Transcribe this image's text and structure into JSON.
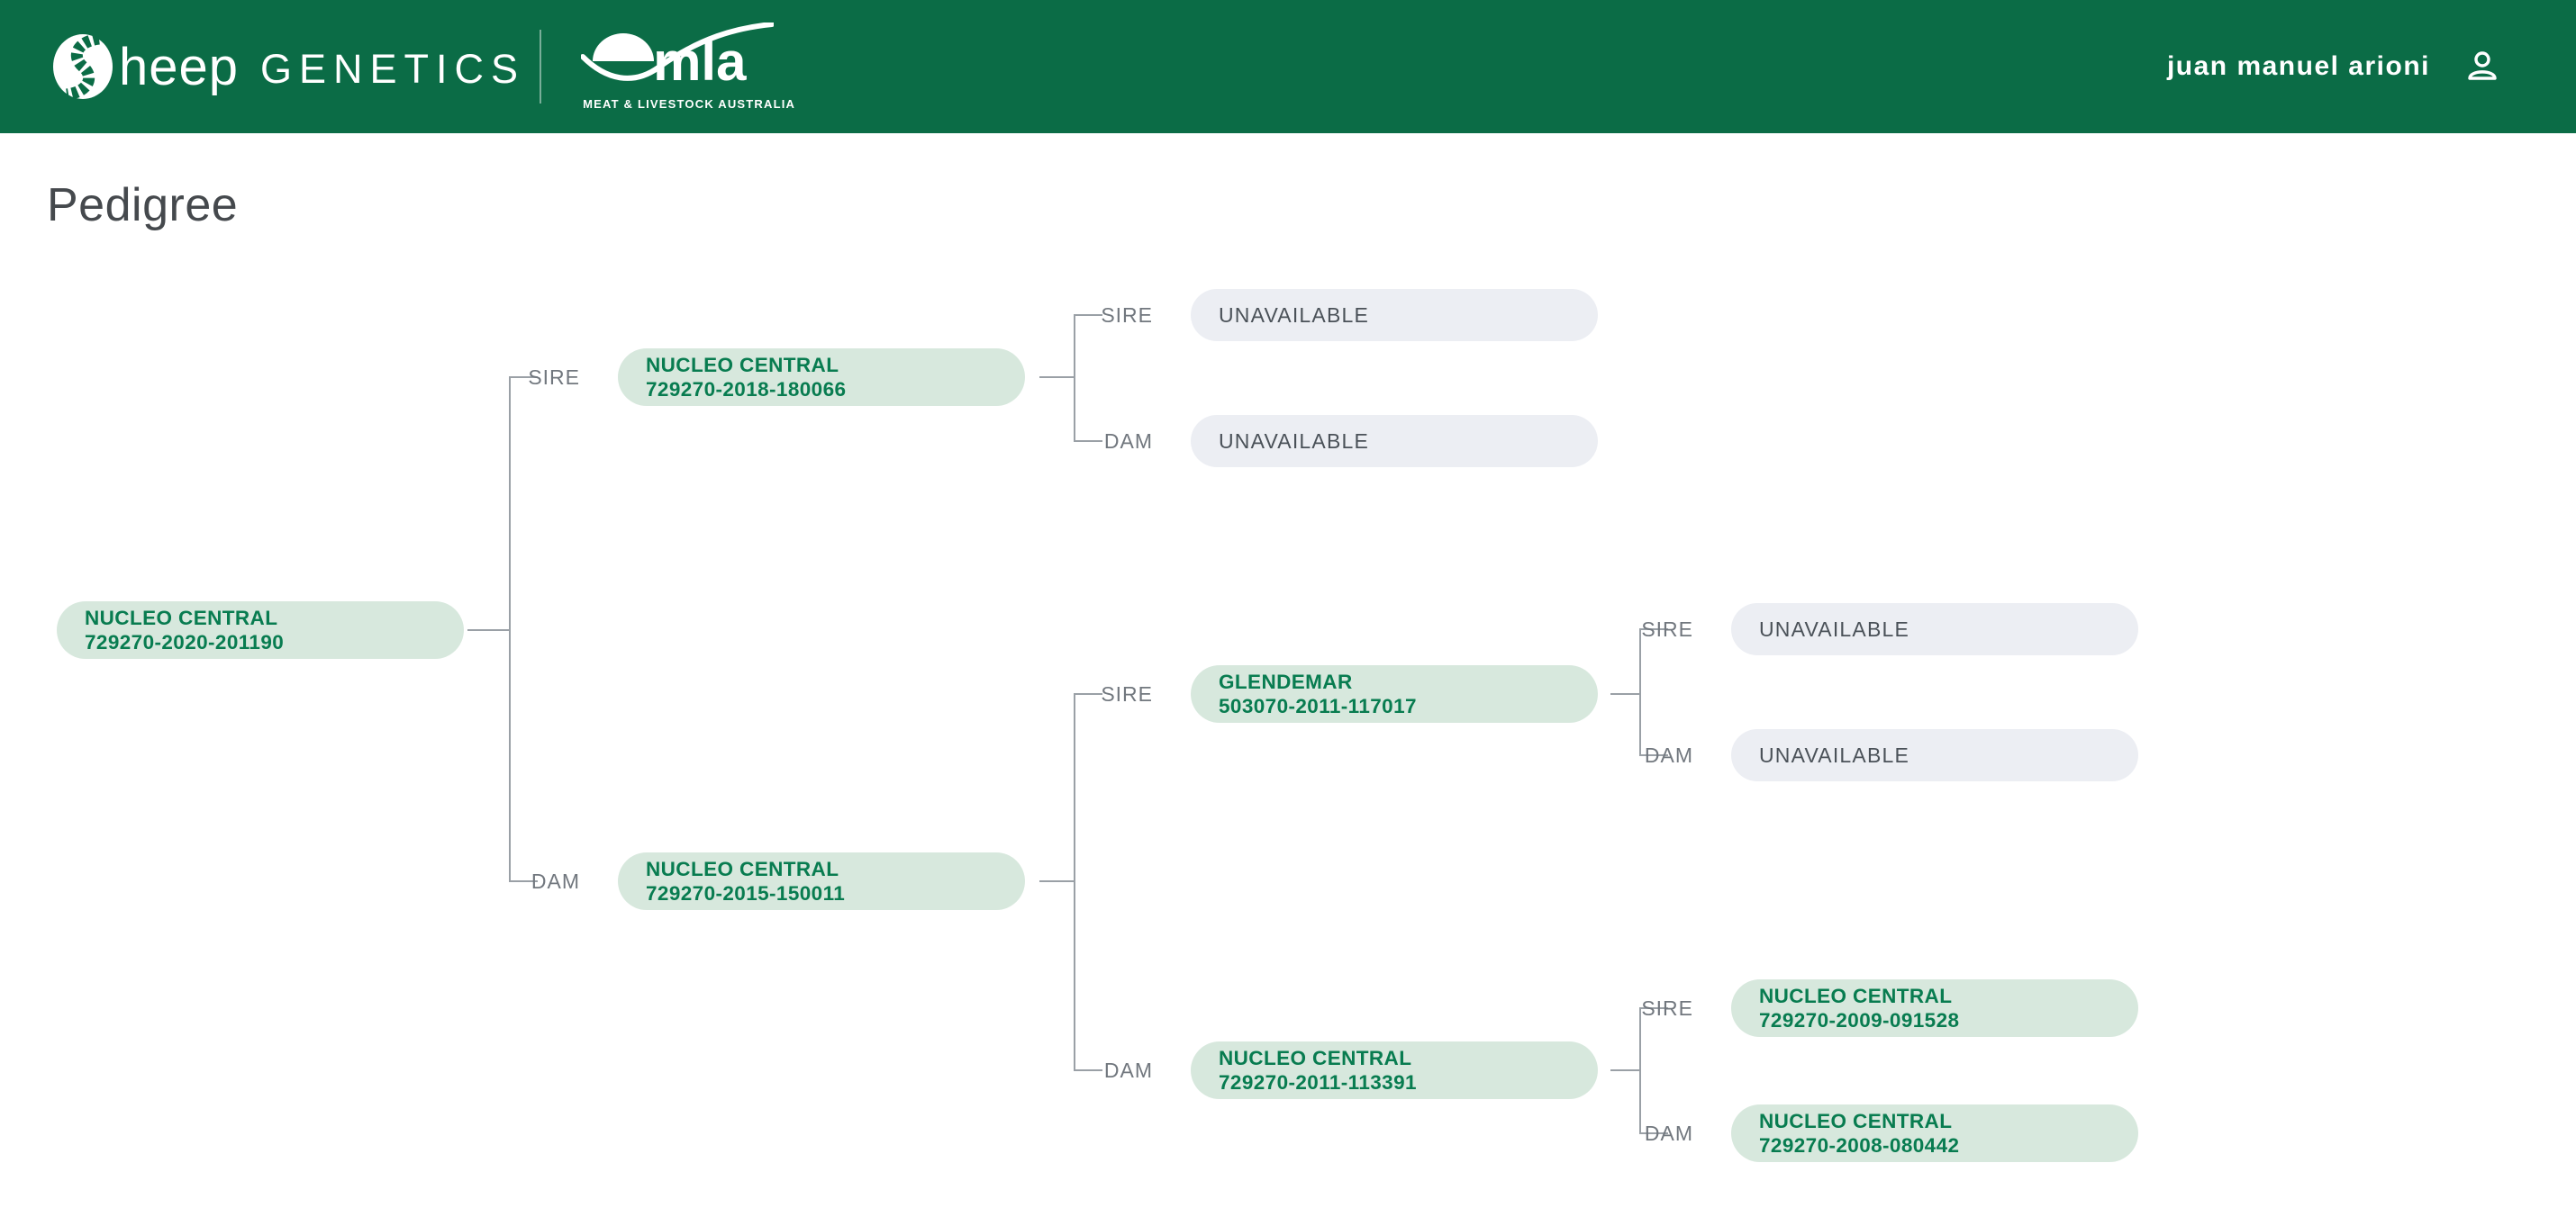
{
  "header": {
    "brand": {
      "word_start": "heep",
      "word_end": "GENETICS"
    },
    "mla": {
      "acronym": "mla",
      "tagline": "MEAT & LIVESTOCK AUSTRALIA"
    },
    "user_name": "juan manuel arioni"
  },
  "page": {
    "title": "Pedigree"
  },
  "labels": {
    "sire": "SIRE",
    "dam": "DAM"
  },
  "colors": {
    "header_bg": "#0B6C46",
    "node_green_bg": "#D7E8DD",
    "node_green_text": "#087C50",
    "node_gray_bg": "#ECEEF3",
    "node_gray_text": "#4A5158",
    "relation_label": "#71777E",
    "connector_line": "#9AA0A6",
    "title_text": "#45494D"
  },
  "pedigree": {
    "root": {
      "line1": "NUCLEO CENTRAL",
      "line2": "729270-2020-201190"
    },
    "sire": {
      "line1": "NUCLEO CENTRAL",
      "line2": "729270-2018-180066"
    },
    "sire_sire": {
      "text": "UNAVAILABLE"
    },
    "sire_dam": {
      "text": "UNAVAILABLE"
    },
    "dam": {
      "line1": "NUCLEO CENTRAL",
      "line2": "729270-2015-150011"
    },
    "dam_sire": {
      "line1": "GLENDEMAR",
      "line2": "503070-2011-117017"
    },
    "dam_sire_sire": {
      "text": "UNAVAILABLE"
    },
    "dam_sire_dam": {
      "text": "UNAVAILABLE"
    },
    "dam_dam": {
      "line1": "NUCLEO CENTRAL",
      "line2": "729270-2011-113391"
    },
    "dam_dam_sire": {
      "line1": "NUCLEO CENTRAL",
      "line2": "729270-2009-091528"
    },
    "dam_dam_dam": {
      "line1": "NUCLEO CENTRAL",
      "line2": "729270-2008-080442"
    }
  }
}
